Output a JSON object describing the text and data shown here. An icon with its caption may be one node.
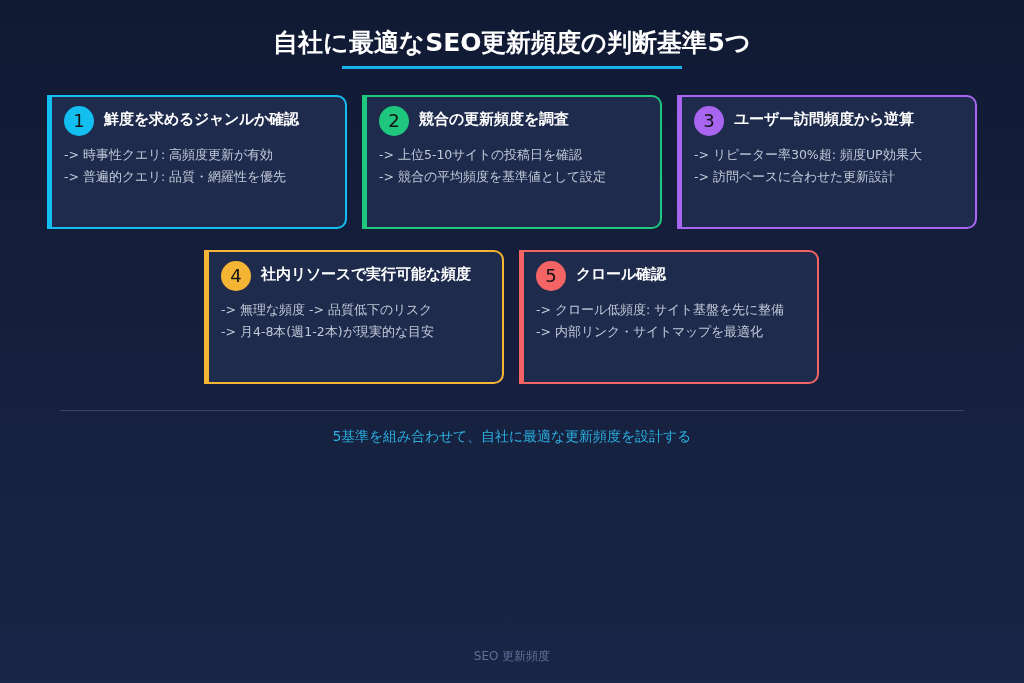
{
  "diagram": {
    "title": "自社に最適なSEO更新頻度の判断基準5つ",
    "nodes": [
      {
        "text": [
          "1",
          "鮮度を求めるジャンルか確認",
          "-> 時事性クエリ: 高頻度更新が有効",
          "-> 普遍的クエリ: 品質・網羅性を優先"
        ]
      },
      {
        "text": [
          "2",
          "競合の更新頻度を調査",
          "-> 上位5-10サイトの投稿日を確認",
          "-> 競合の平均頻度を基準値として設定"
        ]
      },
      {
        "text": [
          "3",
          "ユーザー訪問頻度から逆算",
          "-> リピーター率30%超: 頻度UP効果大",
          "-> 訪問ペースに合わせた更新設計"
        ]
      },
      {
        "text": [
          "4",
          "社内リソースで実行可能な頻度",
          "-> 無理な頻度 -> 品質低下のリスク",
          "-> 月4-8本(週1-2本)が現実的な目安"
        ]
      },
      {
        "text": [
          "5",
          "クロール確認",
          "-> クロール低頻度: サイト基盤を先に整備",
          "-> 内部リンク・サイトマップを最適化"
        ]
      }
    ],
    "edges": [],
    "caption": "5基準を組み合わせて、自社に最適な更新頻度を設計する",
    "labels": [
      "SEO 更新頻度"
    ]
  }
}
